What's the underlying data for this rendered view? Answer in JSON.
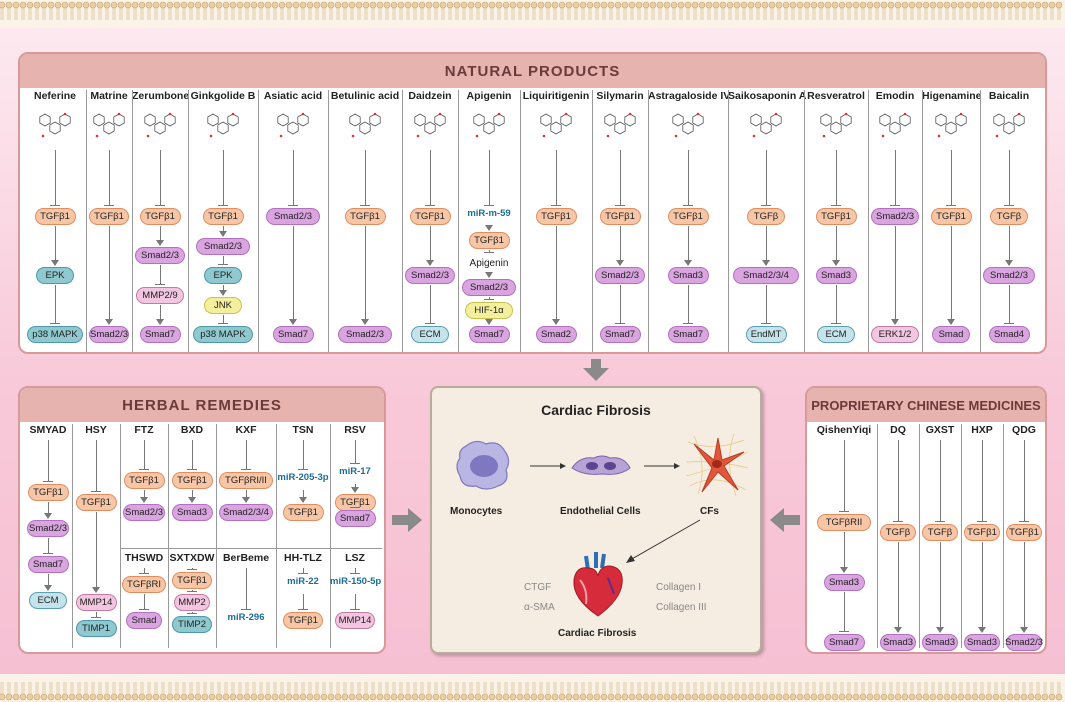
{
  "natural": {
    "title": "NATURAL PRODUCTS",
    "columns": [
      {
        "name": "Neferine",
        "nodes": [
          "TGFβ1",
          "EPK",
          "p38 MAPK"
        ]
      },
      {
        "name": "Matrine",
        "nodes": [
          "TGFβ1",
          "Smad2/3"
        ]
      },
      {
        "name": "Zerumbone",
        "nodes": [
          "TGFβ1",
          "Smad2/3",
          "MMP2/9",
          "Smad7"
        ]
      },
      {
        "name": "Ginkgolide B",
        "nodes": [
          "TGFβ1",
          "Smad2/3",
          "EPK",
          "JNK",
          "p38 MAPK"
        ]
      },
      {
        "name": "Asiatic acid",
        "nodes": [
          "Smad2/3",
          "Smad7"
        ]
      },
      {
        "name": "Betulinic acid",
        "nodes": [
          "TGFβ1",
          "Smad2/3"
        ]
      },
      {
        "name": "Daidzein",
        "nodes": [
          "TGFβ1",
          "Smad2/3",
          "ECM"
        ]
      },
      {
        "name": "Apigenin",
        "nodes": [
          "miR-m-59",
          "TGFβ1",
          "Apigenin",
          "Smad2/3",
          "HIF-1α",
          "Smad7"
        ]
      },
      {
        "name": "Liquiritigenin",
        "nodes": [
          "TGFβ1",
          "Smad2"
        ]
      },
      {
        "name": "Silymarin",
        "nodes": [
          "TGFβ1",
          "Smad2/3",
          "Smad7"
        ]
      },
      {
        "name": "Astragaloside IV",
        "nodes": [
          "TGFβ1",
          "Smad3",
          "Smad7"
        ]
      },
      {
        "name": "Saikosaponin A",
        "nodes": [
          "TGFβ",
          "Smad2/3/4",
          "EndMT"
        ]
      },
      {
        "name": "Resveratrol",
        "nodes": [
          "TGFβ1",
          "Smad3",
          "ECM"
        ]
      },
      {
        "name": "Emodin",
        "nodes": [
          "Smad2/3",
          "ERK1/2"
        ]
      },
      {
        "name": "Higenamine",
        "nodes": [
          "TGFβ1",
          "Smad"
        ]
      },
      {
        "name": "Baicalin",
        "nodes": [
          "TGFβ",
          "Smad2/3",
          "Smad4"
        ]
      }
    ]
  },
  "herbal": {
    "title": "HERBAL REMEDIES",
    "columns": [
      {
        "name": "SMYAD",
        "nodes": [
          "TGFβ1",
          "Smad2/3",
          "Smad7",
          "ECM"
        ]
      },
      {
        "name": "HSY",
        "nodes": [
          "TGFβ1",
          "MMP14",
          "TIMP1"
        ]
      },
      {
        "name": "FTZ",
        "nodes": [
          "TGFβ1",
          "Smad2/3"
        ]
      },
      {
        "name": "BXD",
        "nodes": [
          "TGFβ1",
          "Smad3"
        ]
      },
      {
        "name": "KXF",
        "nodes": [
          "TGFβRI/II",
          "Smad2/3/4"
        ]
      },
      {
        "name": "TSN",
        "nodes": [
          "miR-205-3p",
          "TGFβ1"
        ]
      },
      {
        "name": "RSV",
        "nodes": [
          "miR-17",
          "TGFβ1",
          "Smad7"
        ]
      },
      {
        "name": "THSWD",
        "nodes": [
          "TGFβRI",
          "Smad"
        ]
      },
      {
        "name": "SXTXDW",
        "nodes": [
          "TGFβ1",
          "MMP2",
          "TIMP2"
        ]
      },
      {
        "name": "BerBeme",
        "nodes": [
          "miR-296"
        ]
      },
      {
        "name": "HH-TLZ",
        "nodes": [
          "miR-22",
          "TGFβ1"
        ]
      },
      {
        "name": "LSZ",
        "nodes": [
          "miR-150-5p",
          "MMP14"
        ]
      }
    ]
  },
  "cf": {
    "title": "Cardiac Fibrosis",
    "monocytes": "Monocytes",
    "endothelial": "Endothelial Cells",
    "cfs": "CFs",
    "ctgf": "CTGF",
    "asma": "α-SMA",
    "col1": "Collagen I",
    "col3": "Collagen III",
    "bottom": "Cardiac Fibrosis"
  },
  "pcm": {
    "title": "PROPRIETARY CHINESE MEDICINES",
    "columns": [
      {
        "name": "QishenYiqi",
        "nodes": [
          "TGFβRII",
          "Smad3",
          "Smad7"
        ]
      },
      {
        "name": "DQ",
        "nodes": [
          "TGFβ",
          "Smad3"
        ]
      },
      {
        "name": "GXST",
        "nodes": [
          "TGFβ",
          "Smad3"
        ]
      },
      {
        "name": "HXP",
        "nodes": [
          "TGFβ1",
          "Smad3"
        ]
      },
      {
        "name": "QDG",
        "nodes": [
          "TGFβ1",
          "Smad2/3"
        ]
      }
    ]
  }
}
